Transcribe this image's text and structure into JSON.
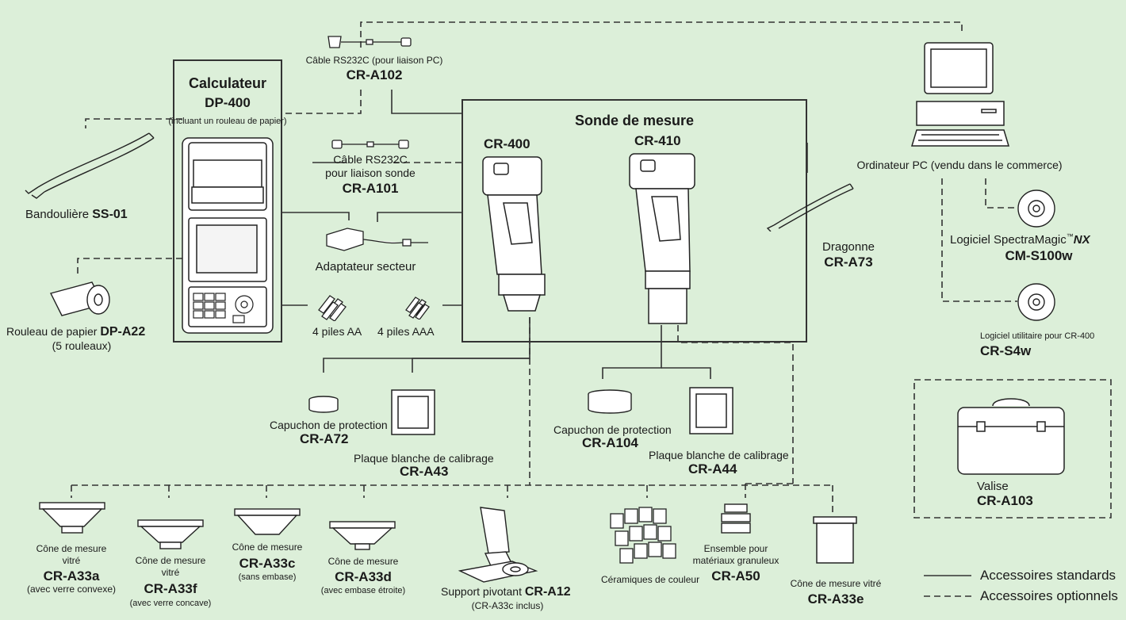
{
  "calculator": {
    "title": "Calculateur",
    "model": "DP-400",
    "note": "(incluant un rouleau de papier)"
  },
  "probe_group": {
    "title": "Sonde de mesure",
    "models": [
      "CR-400",
      "CR-410"
    ]
  },
  "cables": [
    {
      "label": "Câble RS232C (pour liaison PC)",
      "code": "CR-A102"
    },
    {
      "label_line1": "Câble RS232C",
      "label_line2": "pour liaison sonde",
      "code": "CR-A101"
    }
  ],
  "adapter": {
    "label": "Adaptateur secteur"
  },
  "batteries": [
    {
      "label": "4 piles AA"
    },
    {
      "label": "4 piles AAA"
    }
  ],
  "strap": {
    "label": "Bandoulière",
    "code": "SS-01"
  },
  "paper": {
    "label": "Rouleau de papier",
    "code": "DP-A22",
    "note": "(5 rouleaux)"
  },
  "dragonne": {
    "label": "Dragonne",
    "code": "CR-A73"
  },
  "pc": {
    "label": "Ordinateur PC (vendu dans le commerce)"
  },
  "software": [
    {
      "label": "Logiciel SpectraMagic",
      "tm": "™",
      "suffix": "NX",
      "code": "CM-S100w"
    },
    {
      "label": "Logiciel utilitaire pour CR-400",
      "code": "CR-S4w"
    }
  ],
  "case": {
    "label": "Valise",
    "code": "CR-A103"
  },
  "cap_400": {
    "label": "Capuchon de protection",
    "code": "CR-A72"
  },
  "plate_400": {
    "label": "Plaque blanche de calibrage",
    "code": "CR-A43"
  },
  "cap_410": {
    "label": "Capuchon de protection",
    "code": "CR-A104"
  },
  "plate_410": {
    "label": "Plaque blanche de calibrage",
    "code": "CR-A44"
  },
  "bottom_items": [
    {
      "label_line1": "Cône de mesure",
      "label_line2": "vitré",
      "code": "CR-A33a",
      "note": "(avec verre convexe)"
    },
    {
      "label_line1": "Cône de mesure",
      "label_line2": "vitré",
      "code": "CR-A33f",
      "note": "(avec verre concave)"
    },
    {
      "label_line1": "Cône de mesure",
      "code": "CR-A33c",
      "note": "(sans embase)"
    },
    {
      "label_line1": "Cône de mesure",
      "code": "CR-A33d",
      "note": "(avec embase étroite)"
    },
    {
      "label_line1": "Support pivotant",
      "code": "CR-A12",
      "note": "(CR-A33c inclus)"
    },
    {
      "label_line1": "Céramiques de couleur"
    },
    {
      "label_line1": "Ensemble pour",
      "label_line2": "matériaux granuleux",
      "code": "CR-A50"
    },
    {
      "label_line1": "Cône de mesure vitré",
      "code": "CR-A33e"
    }
  ],
  "legend": {
    "standard": "Accessoires standards",
    "optional": "Accessoires optionnels"
  },
  "colors": {
    "background": "#dcefd9",
    "line": "#333333"
  }
}
